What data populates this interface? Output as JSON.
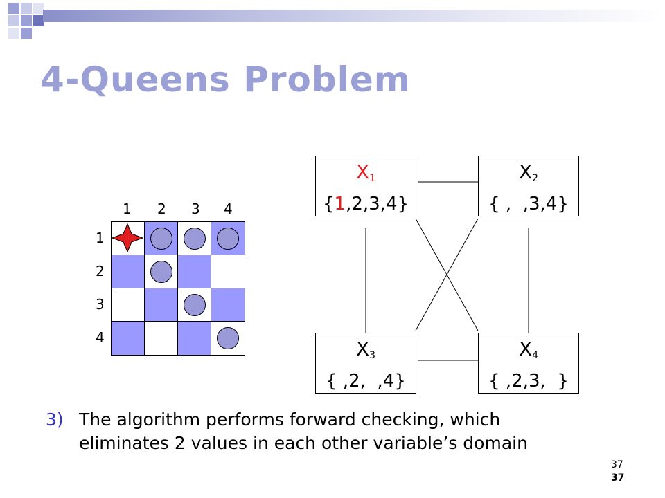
{
  "title": "4-Queens Problem",
  "board": {
    "col_labels": [
      "1",
      "2",
      "3",
      "4"
    ],
    "row_labels": [
      "1",
      "2",
      "3",
      "4"
    ],
    "queen_icon": "four-point-star",
    "colors": {
      "dark": "#9999ff",
      "light": "#ffffff",
      "queen": "#e02020",
      "eliminated": "#9a9ad8"
    }
  },
  "nodes": {
    "x1": {
      "name": "X",
      "sub": "1",
      "domain_prefix": "{",
      "domain_selected": "1",
      "domain_rest": ",2,3,4}"
    },
    "x2": {
      "name": "X",
      "sub": "2",
      "domain": "{ ,  ,3,4}"
    },
    "x3": {
      "name": "X",
      "sub": "3",
      "domain": "{ ,2,  ,4}"
    },
    "x4": {
      "name": "X",
      "sub": "4",
      "domain": "{ ,2,3,  }"
    }
  },
  "note": {
    "number": "3)",
    "line1": "The algorithm performs forward checking, which",
    "line2": "eliminates 2 values in each other variable’s domain"
  },
  "page_number": "37",
  "page_number_bold": "37"
}
